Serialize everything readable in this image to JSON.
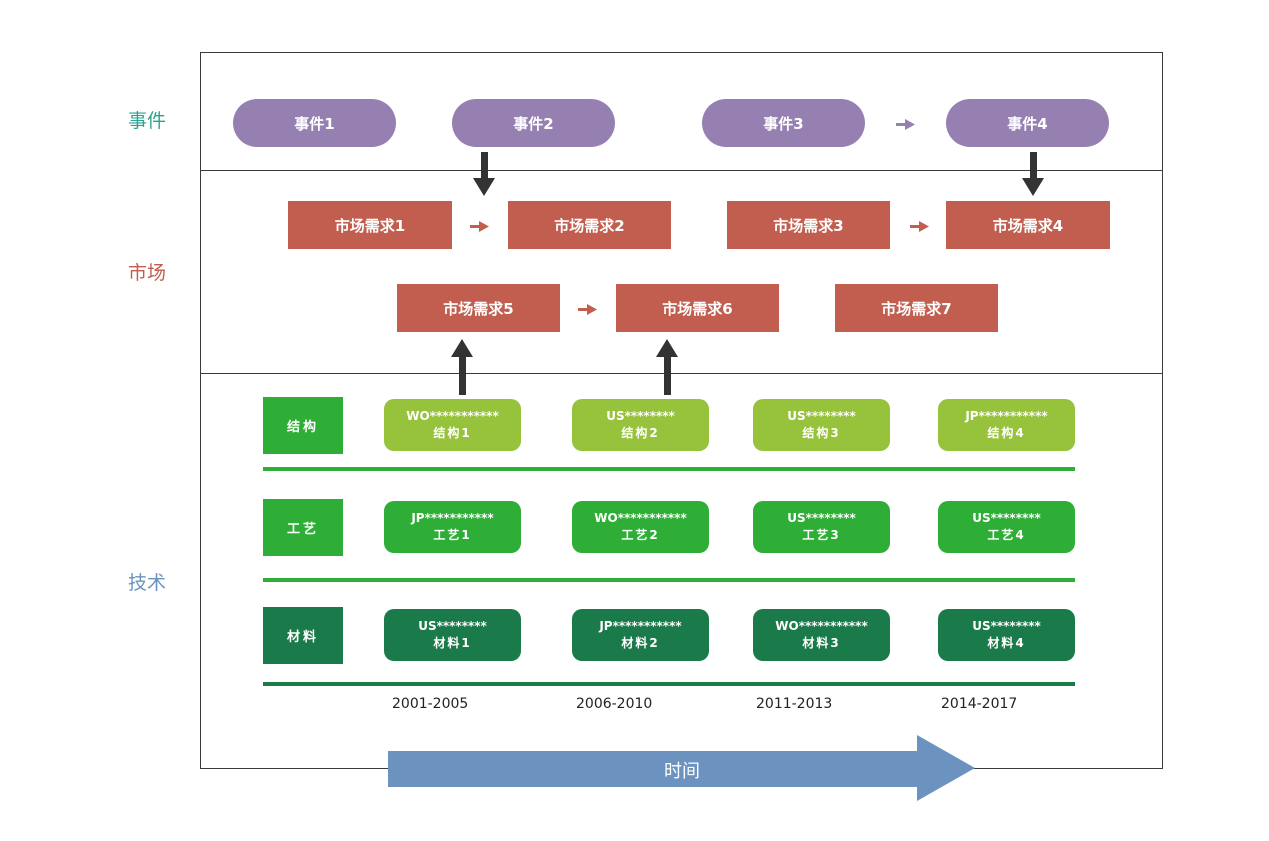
{
  "colors": {
    "event": "#9580b1",
    "market": "#c25e4f",
    "structure": "#97c23c",
    "process": "#2eae36",
    "material": "#1b7a4a",
    "timeline": "#6c93c0",
    "label_event": "#2aa58f",
    "label_market": "#c25e4f",
    "label_tech": "#6c93c0"
  },
  "rows": {
    "event_label": "事件",
    "market_label": "市场",
    "tech_label": "技术"
  },
  "events": [
    "事件1",
    "事件2",
    "事件3",
    "事件4"
  ],
  "markets": [
    "市场需求1",
    "市场需求2",
    "市场需求3",
    "市场需求4",
    "市场需求5",
    "市场需求6",
    "市场需求7"
  ],
  "tech": {
    "structure": {
      "label": "结构",
      "items": [
        {
          "code": "WO***********",
          "name": "结构1"
        },
        {
          "code": "US********",
          "name": "结构2"
        },
        {
          "code": "US********",
          "name": "结构3"
        },
        {
          "code": "JP***********",
          "name": "结构4"
        }
      ]
    },
    "process": {
      "label": "工艺",
      "items": [
        {
          "code": "JP***********",
          "name": "工艺1"
        },
        {
          "code": "WO***********",
          "name": "工艺2"
        },
        {
          "code": "US********",
          "name": "工艺3"
        },
        {
          "code": "US********",
          "name": "工艺4"
        }
      ]
    },
    "material": {
      "label": "材料",
      "items": [
        {
          "code": "US********",
          "name": "材料1"
        },
        {
          "code": "JP***********",
          "name": "材料2"
        },
        {
          "code": "WO***********",
          "name": "材料3"
        },
        {
          "code": "US********",
          "name": "材料4"
        }
      ]
    }
  },
  "periods": [
    "2001-2005",
    "2006-2010",
    "2011-2013",
    "2014-2017"
  ],
  "timeline_label": "时间",
  "icons": {
    "down_arrow": "down-arrow-icon",
    "up_arrow": "up-arrow-icon",
    "right_arrow": "right-arrow-icon"
  }
}
